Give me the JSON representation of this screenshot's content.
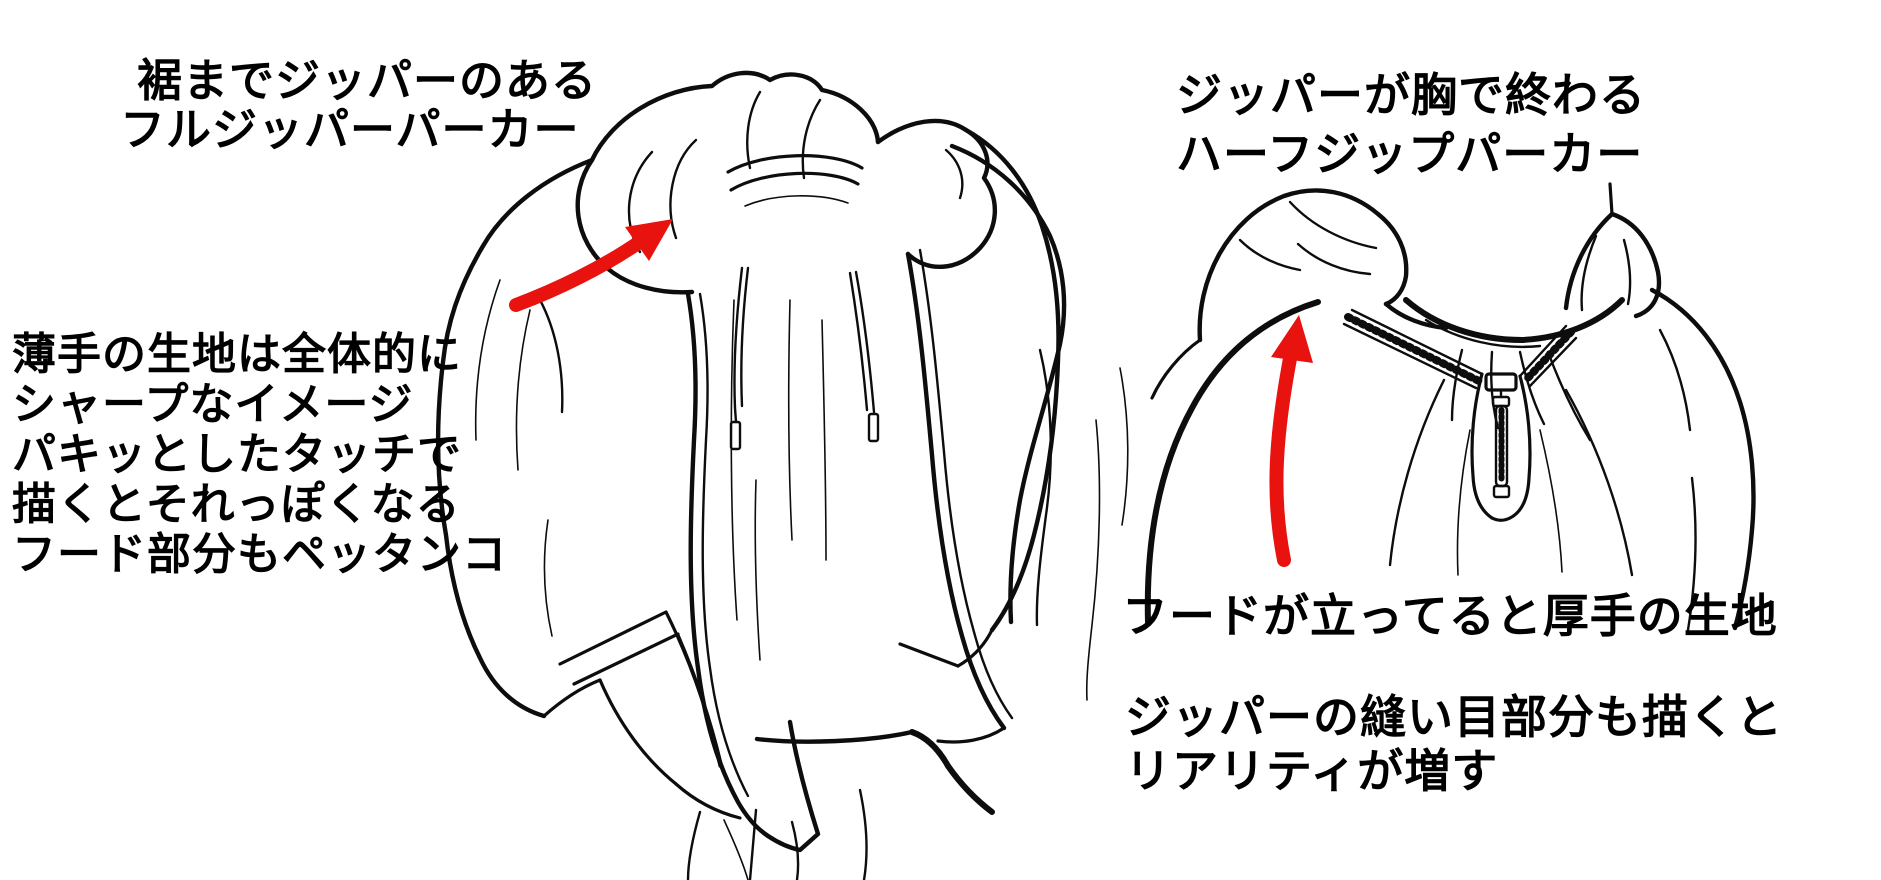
{
  "figure": {
    "background": "#ffffff",
    "ink_color": "#0d0d0d",
    "arrow_color": "#e8130f"
  },
  "annotations": {
    "full_zip_title": {
      "lines": [
        "裾までジッパーのある",
        "フルジッパーパーカー"
      ]
    },
    "thin_fabric_note": {
      "lines": [
        "薄手の生地は全体的に",
        "シャープなイメージ",
        "パキッとしたタッチで",
        "描くとそれっぽくなる",
        "フード部分もペッタンコ"
      ]
    },
    "half_zip_title": {
      "lines": [
        "ジッパーが胸で終わる",
        "ハーフジップパーカー"
      ]
    },
    "thick_fabric_note": {
      "lines": [
        "フードが立ってると厚手の生地"
      ]
    },
    "zipper_seam_note": {
      "lines": [
        "ジッパーの縫い目部分も描くと",
        "リアリティが増す"
      ]
    }
  },
  "drawings": {
    "left": "full-zip hoodie line drawing (open zipper, drawstrings, hands in pockets)",
    "right": "half-zip hoodie close-up line drawing (standing hood, chest zipper with seam detail)"
  }
}
